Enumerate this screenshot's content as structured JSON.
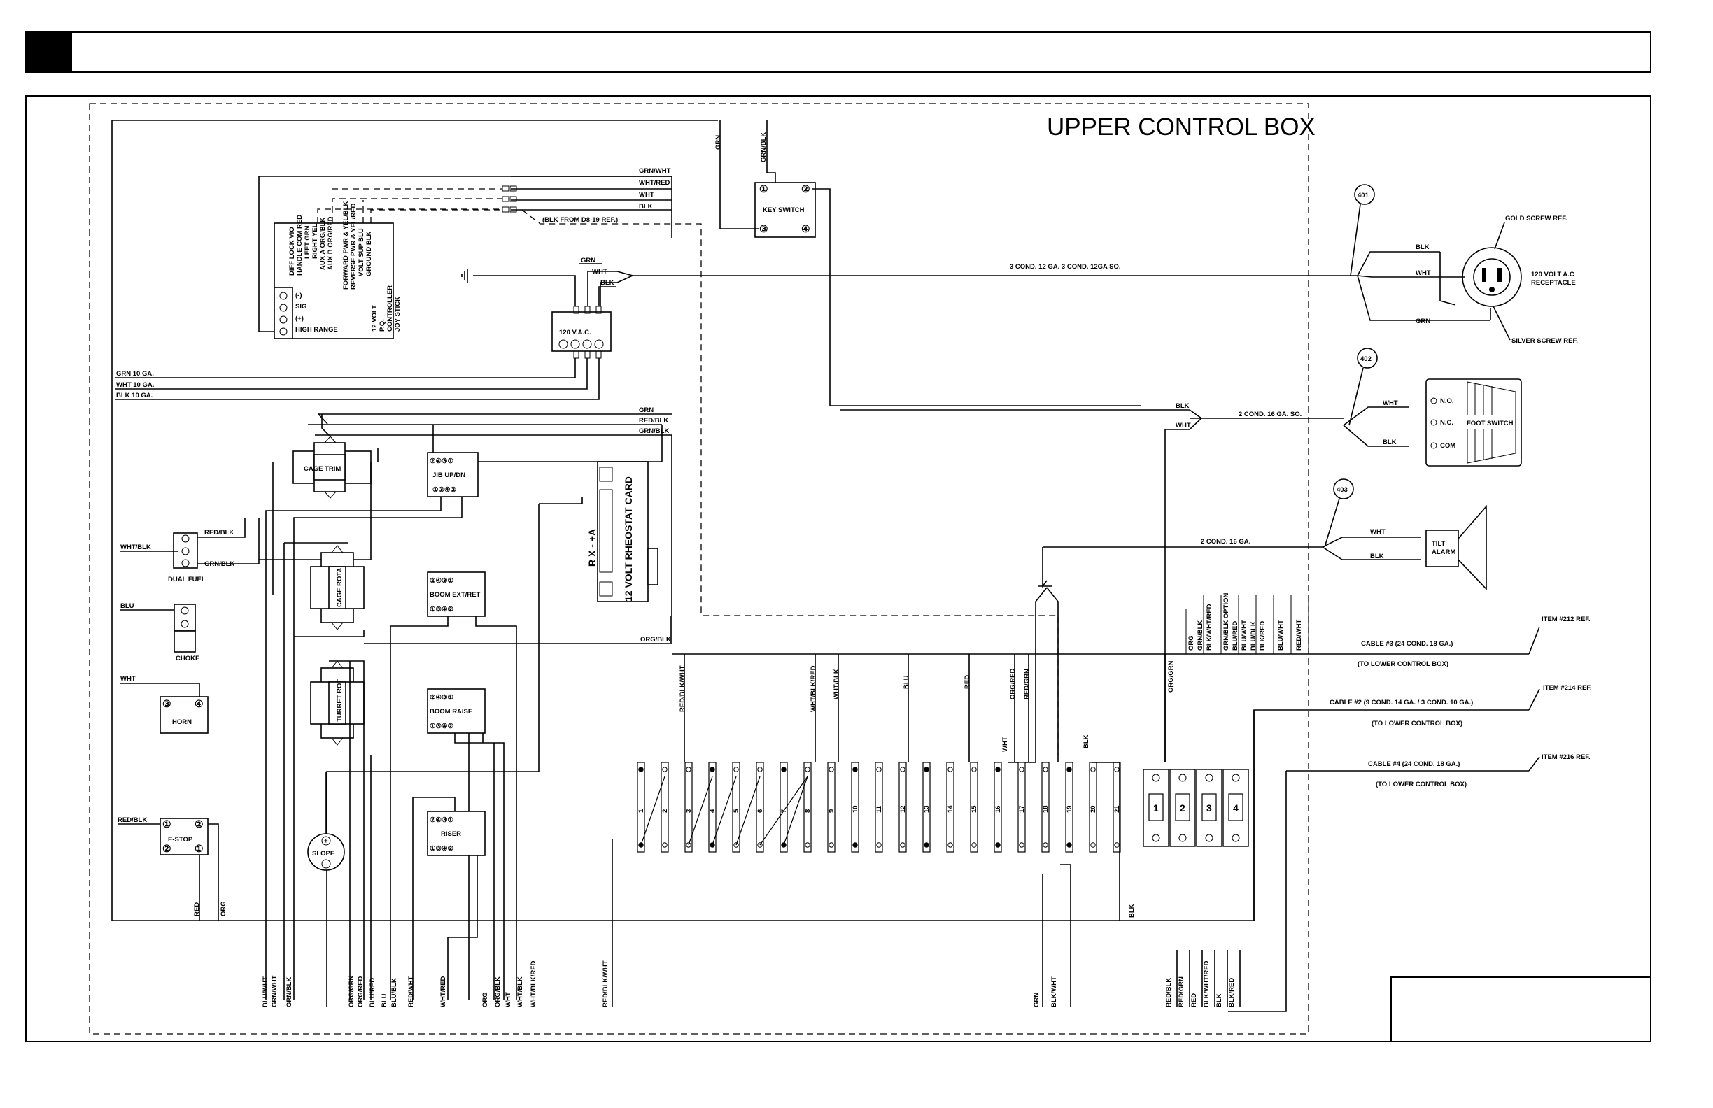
{
  "title": "UPPER CONTROL BOX",
  "components": {
    "key_switch": {
      "label": "KEY SWITCH",
      "terminals": [
        "①",
        "②",
        "③",
        "④"
      ]
    },
    "joystick": {
      "title_lines": [
        "12 VOLT",
        "P.Q.",
        "CONTROLLER",
        "JOY STICK"
      ],
      "terminals": [
        "(-)",
        "SIG",
        "(+)",
        "HIGH RANGE"
      ],
      "pins": [
        "DIFF LOCK VIO",
        "HANDLE COM RED",
        "LEFT GRN",
        "RIGHT YEL",
        "AUX A ORG/BLK",
        "AUX B ORG/RED",
        "FORWARD PWR & YEL/BLK",
        "REVERSE PWR & YEL/RED",
        "VOLT SUP BLU",
        "GROUND BLK"
      ]
    },
    "vac_box": {
      "label": "120 V.A.C."
    },
    "cage_trim": {
      "label": "CAGE TRIM"
    },
    "jib": {
      "label": "JIB UP/DN",
      "top": "②④③①",
      "bottom": "①③④②"
    },
    "rheostat": {
      "label": "12 VOLT RHEOSTAT CARD",
      "pins": "R  X  -  +A"
    },
    "dual_fuel": {
      "label": "DUAL FUEL"
    },
    "choke": {
      "label": "CHOKE"
    },
    "horn": {
      "label": "HORN",
      "terminals": [
        "③",
        "④"
      ]
    },
    "cage_rota": {
      "label": "CAGE ROTA"
    },
    "turret_rot": {
      "label": "TURRET ROT"
    },
    "boom_ext": {
      "label": "BOOM EXT/RET",
      "top": "②④③①",
      "bottom": "①③④②"
    },
    "boom_raise": {
      "label": "BOOM RAISE",
      "top": "②④③①",
      "bottom": "①③④②"
    },
    "riser": {
      "label": "RISER",
      "top": "②④③①",
      "bottom": "①③④②"
    },
    "estop": {
      "label": "E-STOP",
      "terminals": [
        "①",
        "②",
        "②",
        "①"
      ]
    },
    "slope": {
      "label": "SLOPE",
      "plus": "+",
      "minus": "-"
    },
    "receptacle": {
      "label_lines": [
        "120 VOLT A.C",
        "RECEPTACLE"
      ],
      "gold": "GOLD SCREW REF.",
      "silver": "SILVER SCREW REF."
    },
    "foot_switch": {
      "label": "FOOT SWITCH",
      "no": "N.O.",
      "nc": "N.C.",
      "com": "COM"
    },
    "tilt_alarm": {
      "label_lines": [
        "TILT",
        "ALARM"
      ]
    }
  },
  "callouts": [
    "401",
    "402",
    "403"
  ],
  "wires": {
    "joystick_top": [
      "GRN/WHT",
      "WHT/RED",
      "WHT",
      "BLK"
    ],
    "blk_ref": "(BLK FROM D8-19 REF.)",
    "key_switch_in": [
      "GRN",
      "GRN/BLK"
    ],
    "power_ground": [
      "GRN",
      "WHT",
      "BLK"
    ],
    "ten_gauge": [
      "GRN 10 GA.",
      "WHT 10 GA.",
      "BLK 10 GA."
    ],
    "middle_bus": [
      "GRN",
      "RED/BLK",
      "GRN/BLK"
    ],
    "dual_fuel": [
      "RED/BLK",
      "WHT/BLK",
      "GRN/BLK"
    ],
    "choke": "BLU",
    "horn": "WHT",
    "estop": "RED/BLK",
    "estop_bottom": [
      "RED",
      "ORG"
    ],
    "org_blk": "ORG/BLK",
    "receptacle": [
      "BLK",
      "WHT",
      "GRN"
    ],
    "cable_401": "3 COND. 12 GA. 3 COND. 12GA SO.",
    "foot": [
      "BLK",
      "WHT"
    ],
    "foot_switch_wires": [
      "WHT",
      "BLK"
    ],
    "cable_402": "2 COND. 16 GA. SO.",
    "cable_403": "2 COND. 16 GA.",
    "tilt_wires": [
      "WHT",
      "BLK"
    ],
    "terminal_vertical": [
      "RED/BLK/WHT",
      "WHT/BLK/RED",
      "WHT/BLK",
      "BLU",
      "RED",
      "ORG/RED",
      "RED/GRN",
      "WHT",
      "BLK"
    ],
    "relay_vertical": [
      "ORG/GRN"
    ],
    "cable3_vertical": [
      "ORG",
      "GRN/BLK",
      "BLK/WHT/RED",
      "GRN/BLK OPTION",
      "BLU/RED",
      "BLU/WHT",
      "BLU/BLK",
      "BLK/RED",
      "BLU/WHT",
      "RED/WHT"
    ],
    "bottom_left": [
      "BLU/WHT",
      "GRN/WHT",
      "GRN/BLK"
    ],
    "bottom_mid": [
      "ORG/GRN",
      "ORG/RED",
      "BLU/RED",
      "BLU",
      "BLU/BLK",
      "RED/WHT"
    ],
    "bottom_riser": [
      "WHT/RED"
    ],
    "bottom_boom": [
      "ORG",
      "ORG/BLK",
      "WHT",
      "WHT/BLK",
      "WHT/BLK/RED"
    ],
    "bottom_rheo": [
      "RED/BLK/WHT"
    ],
    "bottom_ts": [
      "GRN",
      "BLK/WHT"
    ],
    "blk_bottom": "BLK",
    "bottom_right": [
      "RED/BLK",
      "RED/GRN",
      "RED",
      "BLK/WHT/RED",
      "BLK",
      "BLK/RED"
    ]
  },
  "cables": [
    {
      "name": "CABLE #3 (24 COND. 18 GA.)",
      "dest": "(TO LOWER CONTROL BOX)",
      "ref": "ITEM #212 REF."
    },
    {
      "name": "CABLE #2  (9 COND. 14 GA. / 3 COND. 10 GA.)",
      "dest": "(TO LOWER CONTROL BOX)",
      "ref": "ITEM #214 REF."
    },
    {
      "name": "CABLE #4 (24 COND. 18 GA.)",
      "dest": "(TO LOWER CONTROL BOX)",
      "ref": "ITEM #216 REF."
    }
  ],
  "terminal_strip": [
    "1",
    "2",
    "3",
    "4",
    "5",
    "6",
    "7",
    "8",
    "9",
    "10",
    "11",
    "12",
    "13",
    "14",
    "15",
    "16",
    "17",
    "18",
    "19",
    "20",
    "21"
  ],
  "relays": [
    "1",
    "2",
    "3",
    "4"
  ]
}
